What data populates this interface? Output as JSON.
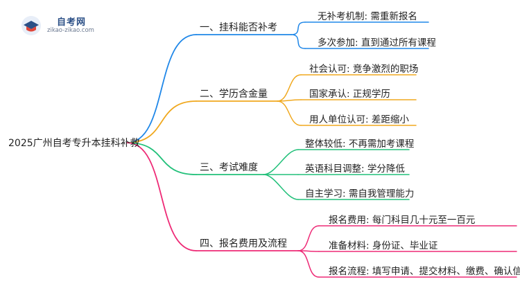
{
  "logo": {
    "title": "自考网",
    "url": "zikao-zikao.com"
  },
  "colors": {
    "b1": "#1f87e8",
    "b2": "#f0a81e",
    "b3": "#22c07a",
    "b4": "#ee2a76"
  },
  "root": "2025广州自考专升本挂科补救",
  "branches": [
    {
      "label": "一、挂科能否补考",
      "leaves": [
        "无补考机制: 需重新报名",
        "多次参加: 直到通过所有课程"
      ]
    },
    {
      "label": "二、学历含金量",
      "leaves": [
        "社会认可: 竞争激烈的职场",
        "国家承认: 正规学历",
        "用人单位认可: 差距缩小"
      ]
    },
    {
      "label": "三、考试难度",
      "leaves": [
        "整体较低: 不再需加考课程",
        "英语科目调整: 学分降低",
        "自主学习: 需自我管理能力"
      ]
    },
    {
      "label": "四、报名费用及流程",
      "leaves": [
        "报名费用: 每门科目几十元至一百元",
        "准备材料: 身份证、毕业证",
        "报名流程: 填写申请、提交材料、缴费、确认信息"
      ]
    }
  ]
}
